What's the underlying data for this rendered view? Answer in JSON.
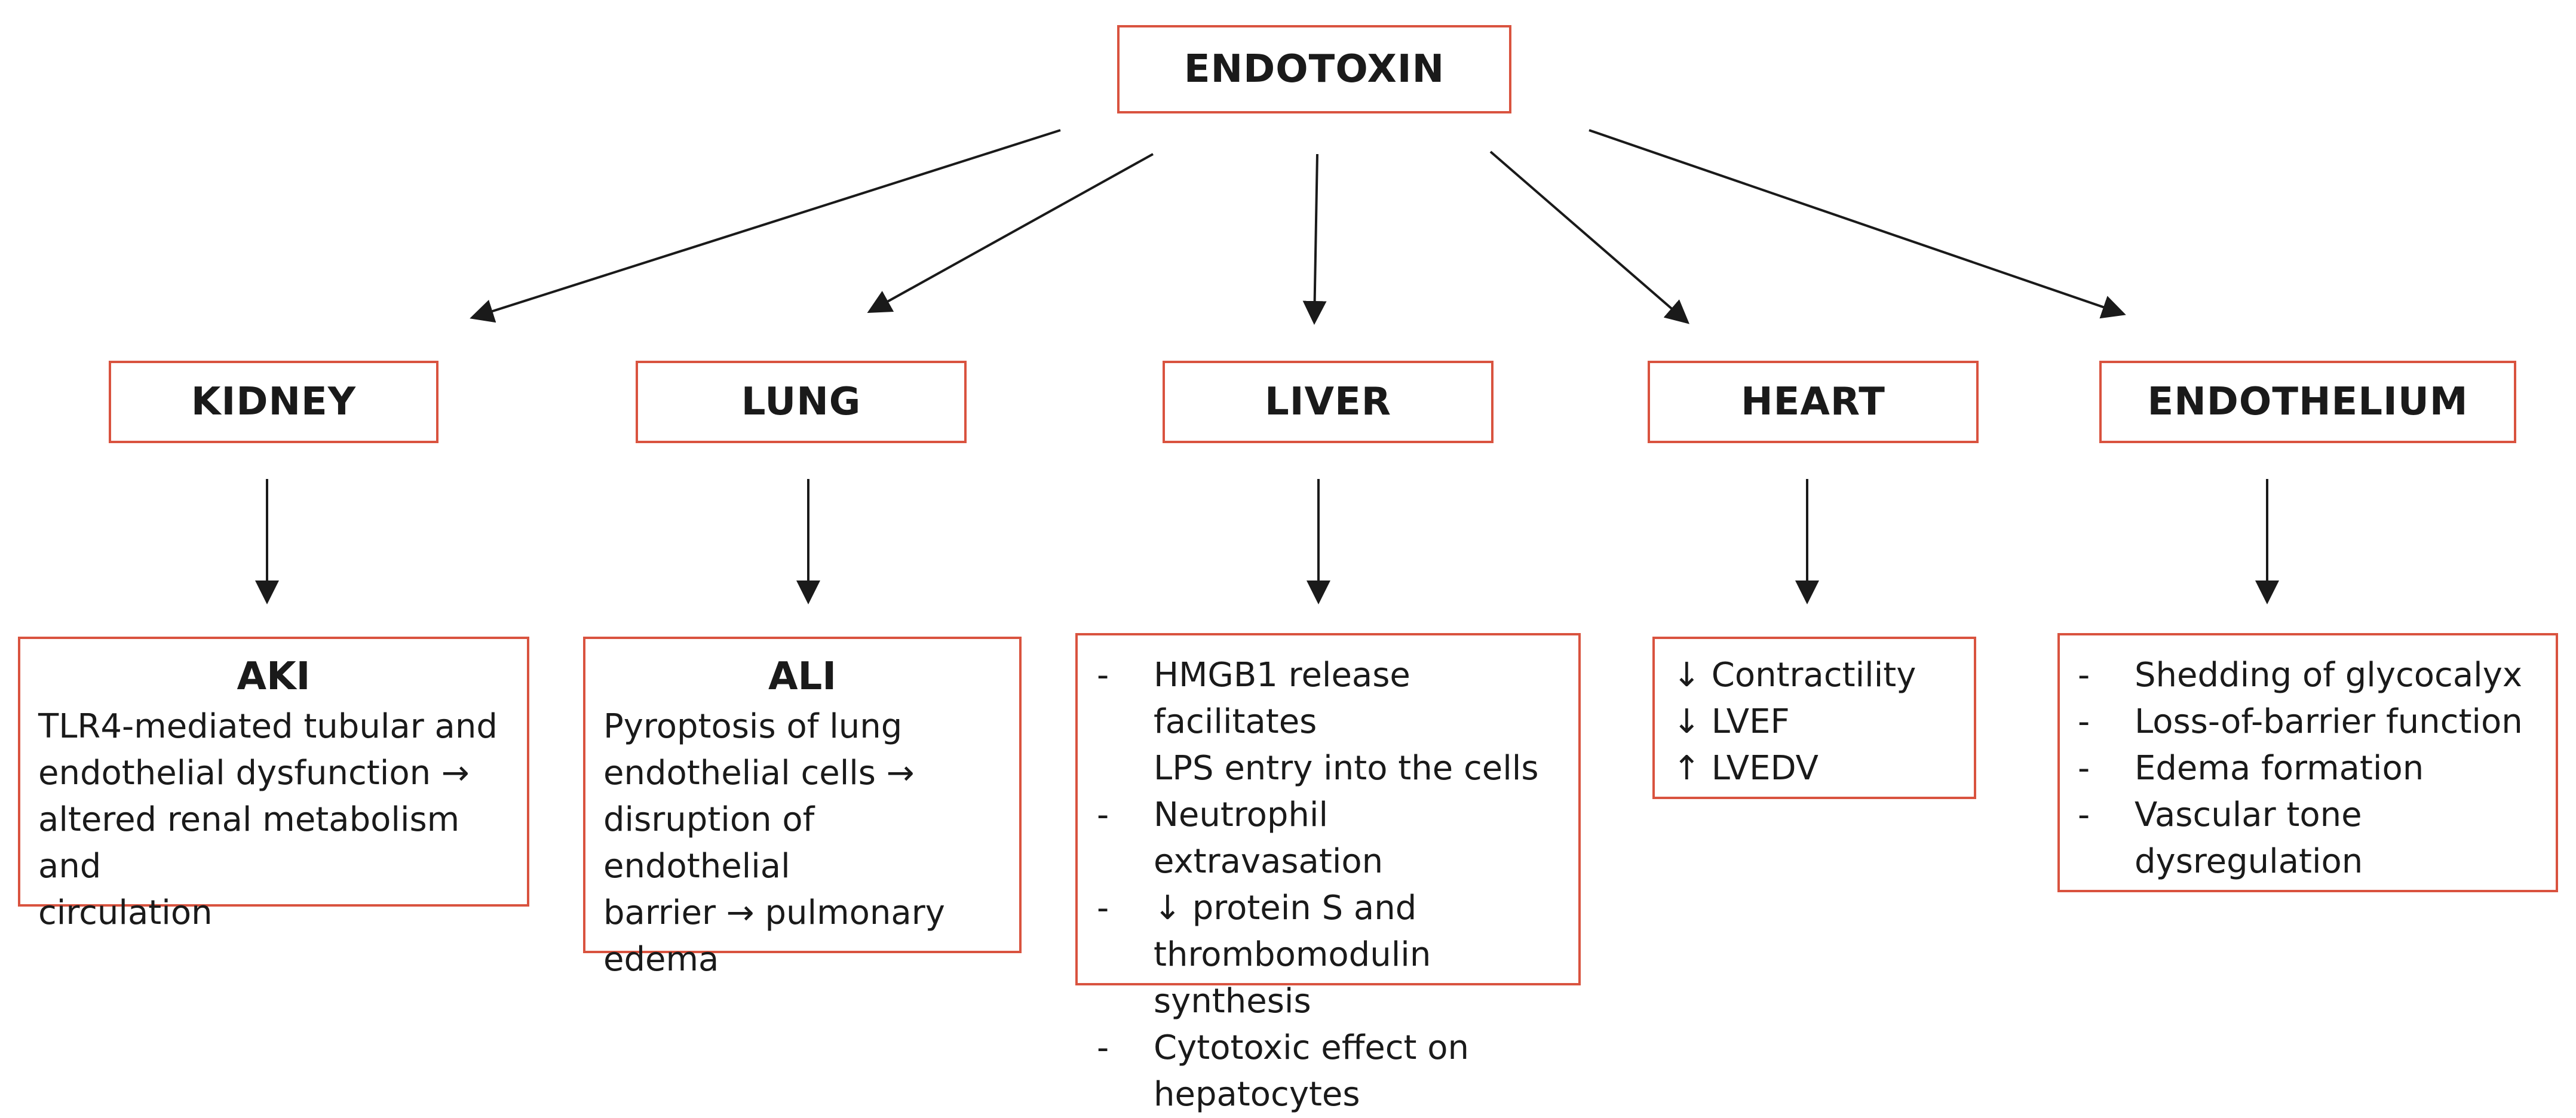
{
  "root": {
    "label": "ENDOTOXIN"
  },
  "organs": [
    {
      "id": "kidney",
      "label": "KIDNEY"
    },
    {
      "id": "lung",
      "label": "LUNG"
    },
    {
      "id": "liver",
      "label": "LIVER"
    },
    {
      "id": "heart",
      "label": "HEART"
    },
    {
      "id": "endothelium",
      "label": "ENDOTHELIUM"
    }
  ],
  "effects": {
    "kidney": {
      "title": "AKI",
      "lines": [
        "TLR4-mediated tubular and",
        "endothelial dysfunction →",
        "altered renal metabolism and",
        "circulation"
      ]
    },
    "lung": {
      "title": "ALI",
      "lines": [
        "Pyroptosis of lung",
        "endothelial cells →",
        "disruption of endothelial",
        "barrier → pulmonary",
        "edema"
      ]
    },
    "liver": {
      "bullets": [
        [
          "HMGB1 release facilitates",
          "LPS entry into the cells"
        ],
        [
          "Neutrophil extravasation"
        ],
        [
          "↓ protein S and",
          "thrombomodulin synthesis"
        ],
        [
          "Cytotoxic effect on",
          "hepatocytes"
        ]
      ]
    },
    "heart": {
      "lines": [
        "↓ Contractility",
        "↓  LVEF",
        "↑ LVEDV"
      ]
    },
    "endothelium": {
      "bullets": [
        [
          "Shedding of glycocalyx"
        ],
        [
          "Loss-of-barrier function"
        ],
        [
          "Edema formation"
        ],
        [
          "Vascular tone",
          "dysregulation"
        ]
      ]
    }
  }
}
